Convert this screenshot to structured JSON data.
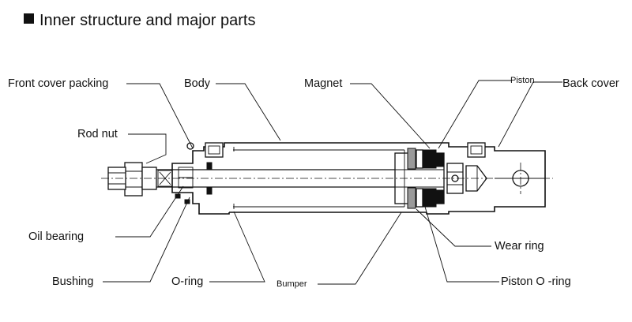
{
  "heading": {
    "bullet_icon": "black-square-icon",
    "text": "Inner structure and major parts"
  },
  "labels": {
    "front_cover_packing": "Front cover packing",
    "body": "Body",
    "magnet": "Magnet",
    "piston": "Piston",
    "back_cover": "Back cover",
    "rod_nut": "Rod nut",
    "oil_bearing": "Oil bearing",
    "bushing": "Bushing",
    "o_ring": "O-ring",
    "bumper": "Bumper",
    "wear_ring": "Wear ring",
    "piston_o_ring": "Piston O -ring"
  }
}
